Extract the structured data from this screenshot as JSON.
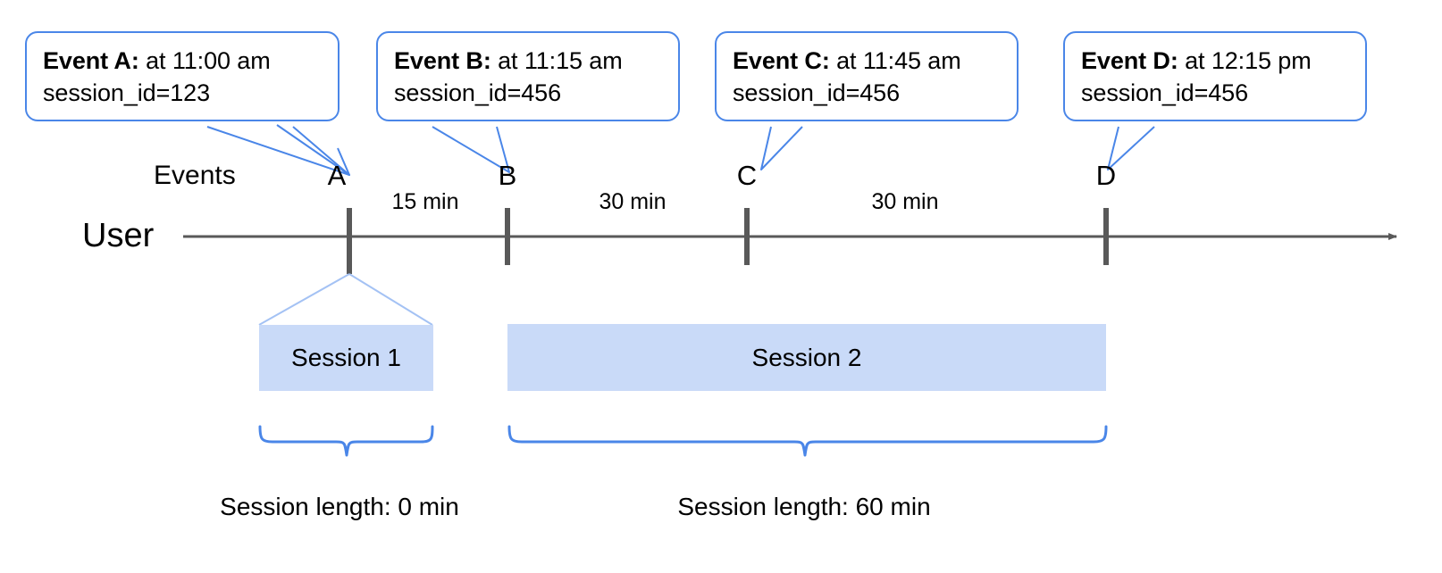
{
  "diagram": {
    "title_row_label": "Events",
    "axis_row_label": "User",
    "accent_blue": "#4a86e8",
    "bar_fill": "#c9daf8",
    "axis_gray": "#595959"
  },
  "callouts": [
    {
      "id": "A",
      "bold": "Event A:",
      "rest": " at 11:00 am",
      "line2": "session_id=123"
    },
    {
      "id": "B",
      "bold": "Event B:",
      "rest": " at 11:15 am",
      "line2": "session_id=456"
    },
    {
      "id": "C",
      "bold": "Event C:",
      "rest": " at 11:45 am",
      "line2": "session_id=456"
    },
    {
      "id": "D",
      "bold": "Event D:",
      "rest": " at 12:15 pm",
      "line2": "session_id=456"
    }
  ],
  "ticks": [
    {
      "label": "A"
    },
    {
      "label": "B"
    },
    {
      "label": "C"
    },
    {
      "label": "D"
    }
  ],
  "gaps": [
    {
      "label": "15 min"
    },
    {
      "label": "30 min"
    },
    {
      "label": "30 min"
    }
  ],
  "sessions": [
    {
      "label": "Session 1",
      "length_caption": "Session length: 0 min"
    },
    {
      "label": "Session 2",
      "length_caption": "Session length: 60 min"
    }
  ]
}
